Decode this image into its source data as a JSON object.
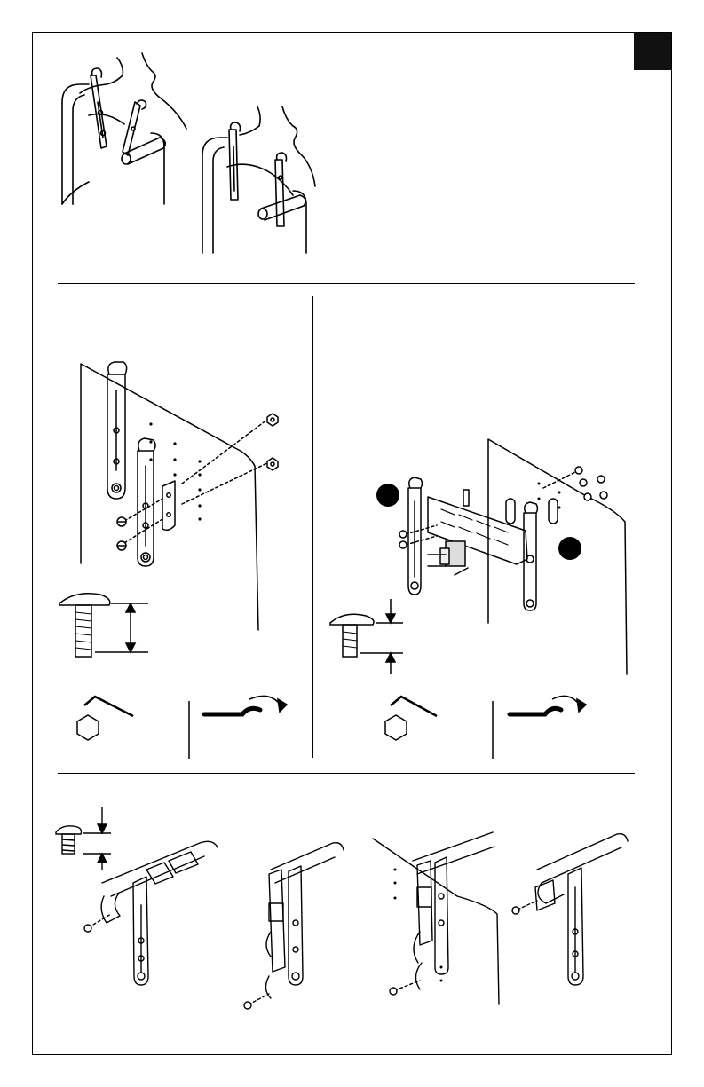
{
  "page": {
    "background": "#ffffff",
    "ink": "#000000",
    "tab_color": "#111111"
  },
  "sections": {
    "top": {
      "illustrations": [
        "hook-installation-step-1",
        "hook-installation-step-2"
      ]
    },
    "middle_left": {
      "illustration": "single-hook-bracket-mounting",
      "tools": [
        "hex-key-icon",
        "hex-socket-icon",
        "wrench-icon"
      ]
    },
    "middle_right": {
      "illustration": "crossbar-bracket-mounting",
      "tools": [
        "hex-key-icon",
        "hex-socket-icon",
        "wrench-icon"
      ]
    },
    "bottom": {
      "illustrations": [
        "strap-clip-view-1",
        "strap-clip-view-2",
        "strap-clip-view-3",
        "strap-clip-view-4"
      ]
    }
  }
}
